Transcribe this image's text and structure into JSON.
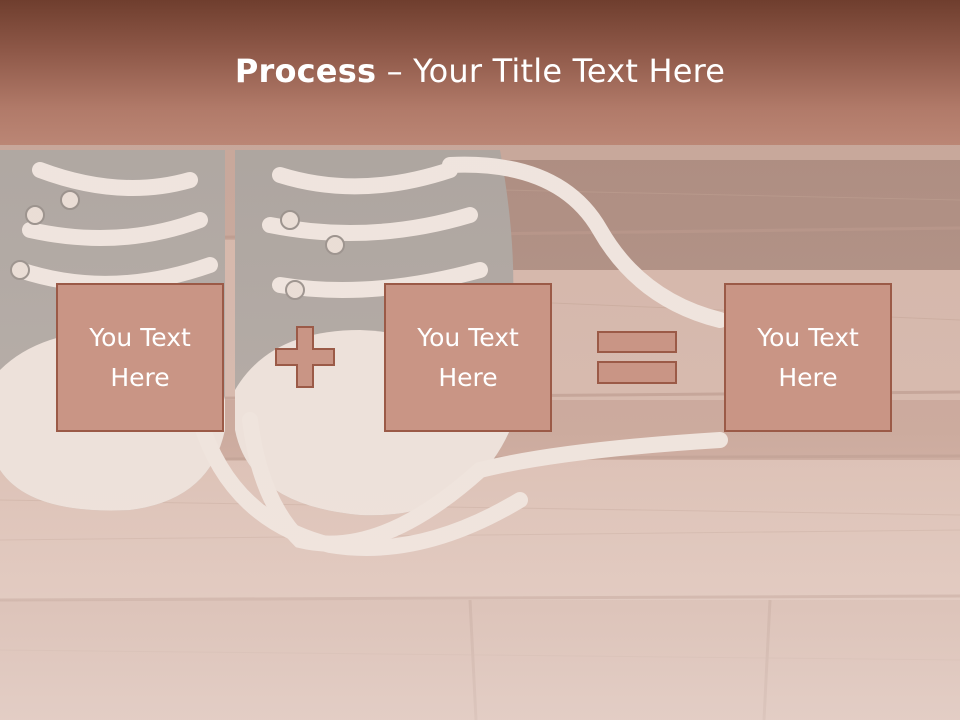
{
  "title": {
    "bold": "Process",
    "rest": " – Your Title Text Here"
  },
  "boxes": [
    {
      "text": "You Text Here"
    },
    {
      "text": "You Text Here"
    },
    {
      "text": "You Text Here"
    }
  ],
  "operators": [
    "plus-icon",
    "equals-icon"
  ],
  "colors": {
    "title_band_top": "#6f3e2e",
    "title_band_bottom": "#bb8675",
    "box_fill": "#c99585",
    "box_border": "#9b5a47",
    "operator_fill": "#c99585",
    "text": "#ffffff"
  }
}
